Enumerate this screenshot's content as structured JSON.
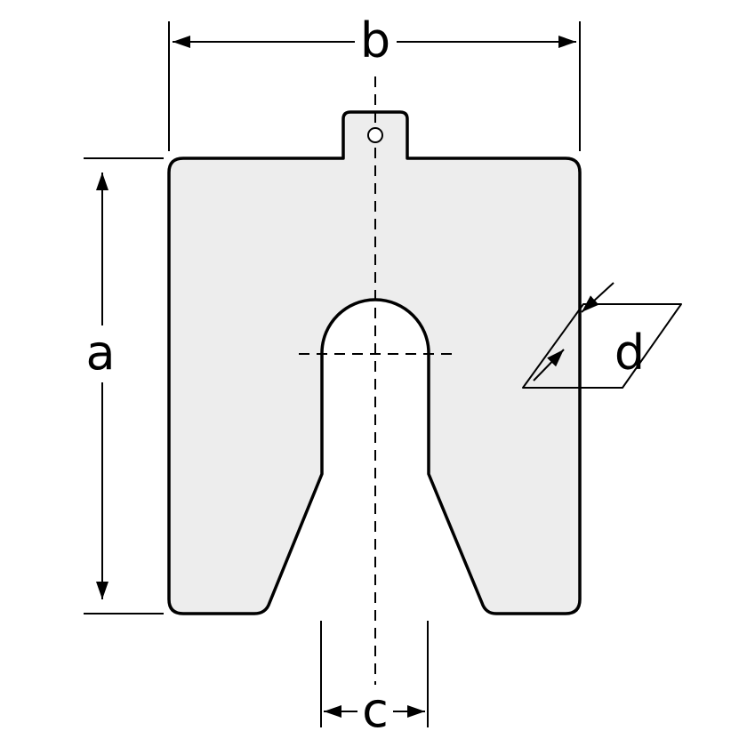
{
  "diagram": {
    "type": "technical-drawing",
    "subject": "slotted-shim-with-tab",
    "labels": {
      "a": "a",
      "b": "b",
      "c": "c",
      "d": "d"
    },
    "labels_meaning": {
      "a": "plate height dimension",
      "b": "plate width dimension",
      "c": "slot width dimension",
      "d": "material thickness dimension"
    },
    "colors": {
      "plate_fill": "#ededed",
      "line": "#000000",
      "hole_fill": "#ffffff",
      "background": "#ffffff"
    }
  }
}
